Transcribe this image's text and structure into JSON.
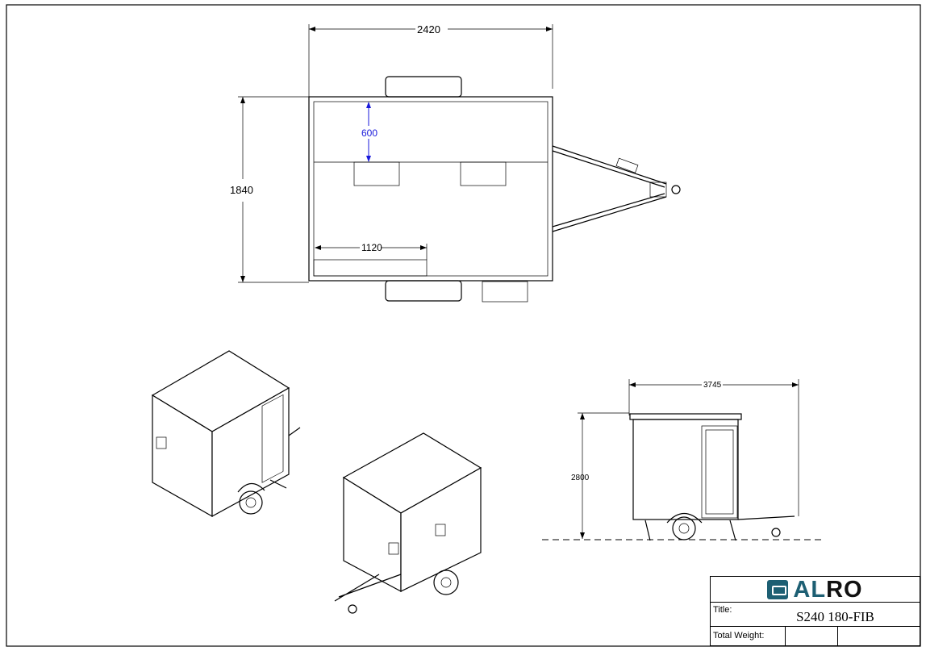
{
  "drawing": {
    "top_view": {
      "width_dim": "2420",
      "depth_dim": "1840",
      "inner_dim_a": "600",
      "inner_dim_b": "1120"
    },
    "side_view": {
      "length_dim": "3745",
      "height_dim": "2800"
    }
  },
  "title_block": {
    "logo_text_a": "AL",
    "logo_text_b": "RO",
    "title_label": "Title:",
    "title_value": "S240 180-FIB",
    "weight_label": "Total Weight:",
    "weight_value": "",
    "extra_value": ""
  },
  "colors": {
    "brand": "#1d5f73",
    "dimension_blue": "#1a1adb"
  }
}
